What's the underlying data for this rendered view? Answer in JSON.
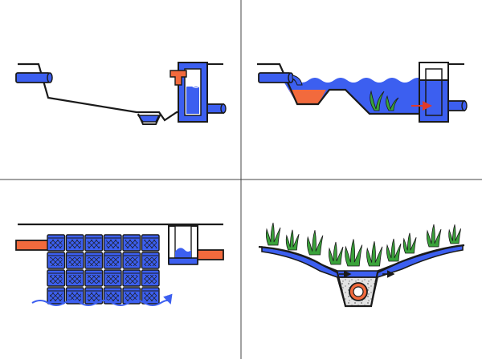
{
  "figure": {
    "layout": "2x2 grid",
    "panel_count": 4,
    "colors": {
      "water_blue": "#3c5ff0",
      "outline": "#1a1a1a",
      "sediment_orange": "#f26a3d",
      "plant_green": "#3aa23a",
      "gravel_gray": "#d9d9d9",
      "background": "#ffffff"
    }
  },
  "panels": [
    {
      "id": "dry-detention-basin",
      "elements": [
        "inlet-pipe",
        "sloped-grass-basin",
        "low-flow-channel",
        "outlet-control-structure",
        "outflow-pipe"
      ]
    },
    {
      "id": "wet-retention-pond",
      "elements": [
        "inlet-pipe",
        "permanent-pool",
        "sediment-forebay",
        "aquatic-plants",
        "outlet-control-structure",
        "flow-arrow"
      ]
    },
    {
      "id": "underground-storage-crates",
      "elements": [
        "inlet-pipe",
        "storage-crate-grid",
        "manhole-chamber",
        "outlet-pipe",
        "infiltration-arrow"
      ]
    },
    {
      "id": "vegetated-swale",
      "elements": [
        "vegetated-channel",
        "water-flow",
        "gravel-trench",
        "perforated-underdrain-pipe"
      ]
    }
  ]
}
